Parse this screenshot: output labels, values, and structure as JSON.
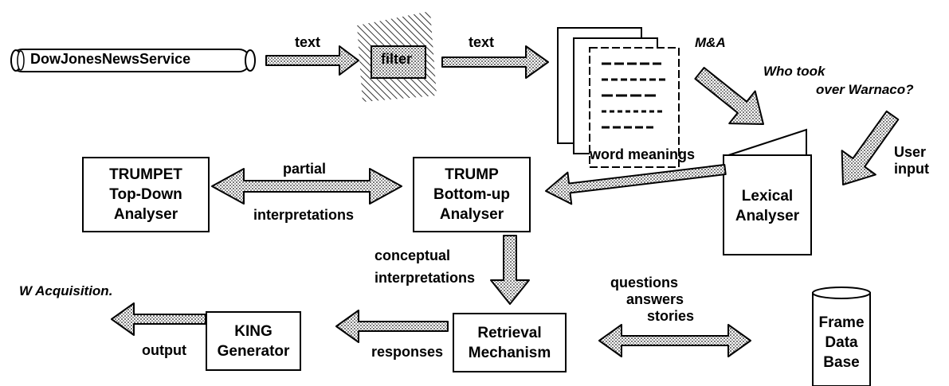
{
  "news_service": {
    "label": "DowJonesNewsService"
  },
  "filter": {
    "label": "filter"
  },
  "boxes": {
    "trumpet": [
      "TRUMPET",
      "Top-Down",
      "Analyser"
    ],
    "trump": [
      "TRUMP",
      "Bottom-up",
      "Analyser"
    ],
    "lexical": [
      "Lexical",
      "Analyser"
    ],
    "king": [
      "KING",
      "Generator"
    ],
    "retrieval": [
      "Retrieval",
      "Mechanism"
    ],
    "frame_db": [
      "Frame",
      "Data",
      "Base"
    ]
  },
  "edge_labels": {
    "text_1": "text",
    "text_2": "text",
    "partial": "partial",
    "interpretations": "interpretations",
    "word_meanings": "word meanings",
    "conceptual": "conceptual",
    "conceptual_interpretations": "interpretations",
    "questions": "questions",
    "answers": "answers",
    "stories": "stories",
    "responses": "responses",
    "output": "output",
    "user": "User",
    "input": "input"
  },
  "annotations": {
    "ma": "M&A",
    "who_took_1": "Who took",
    "who_took_2": "over Warnaco?",
    "w_acquisition": "W Acquisition."
  }
}
